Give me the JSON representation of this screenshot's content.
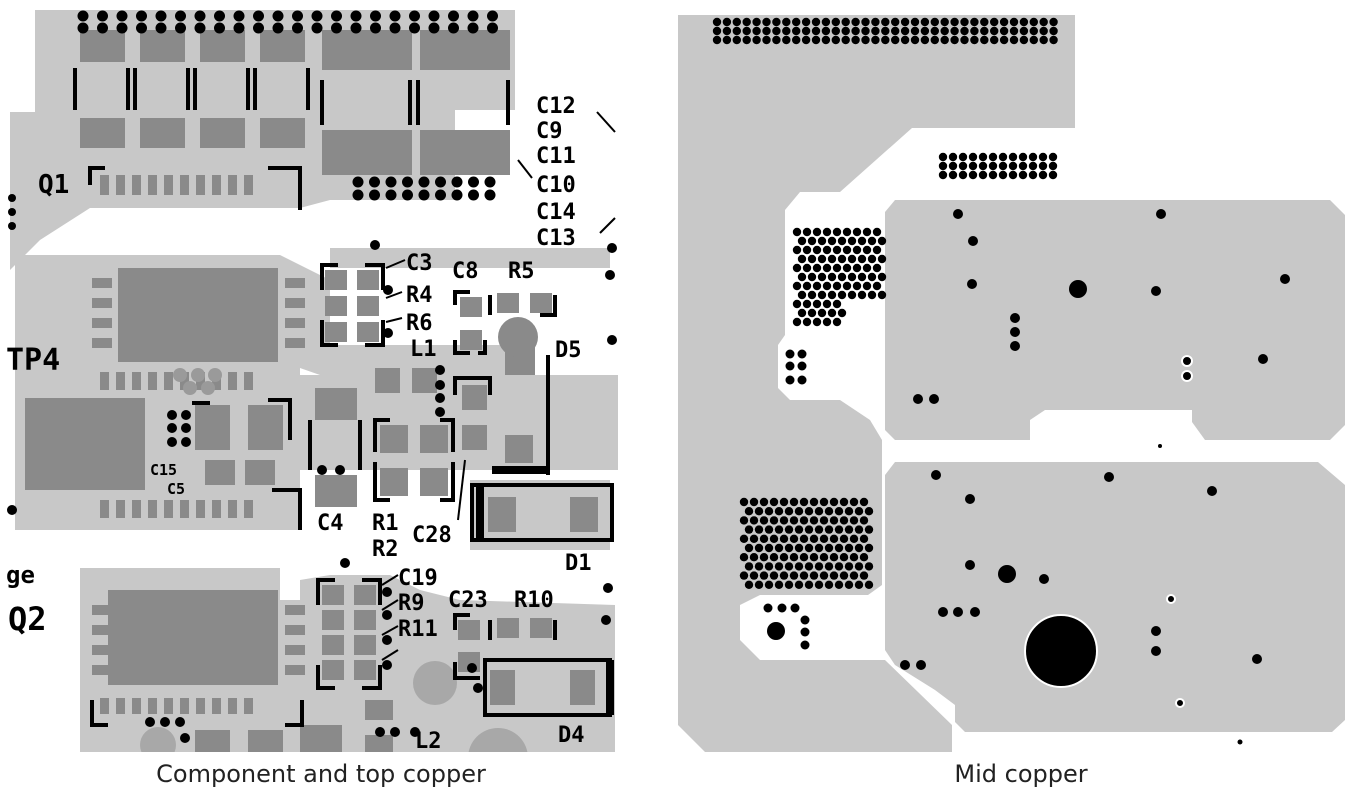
{
  "left_panel": {
    "caption": "Component and top copper",
    "refdes": {
      "q1": "Q1",
      "tp4": "TP4",
      "ge": "ge",
      "q2": "Q2",
      "c12": "C12",
      "c9": "C9",
      "c11": "C11",
      "c10": "C10",
      "c14": "C14",
      "c13": "C13",
      "c3": "C3",
      "c8": "C8",
      "r5": "R5",
      "r4": "R4",
      "r6": "R6",
      "l1": "L1",
      "d5": "D5",
      "c15": "C15",
      "c5": "C5",
      "c4": "C4",
      "r1": "R1",
      "r2": "R2",
      "c28": "C28",
      "d1": "D1",
      "c19": "C19",
      "r9": "R9",
      "c23": "C23",
      "r10": "R10",
      "r11": "R11",
      "l2": "L2",
      "d4": "D4"
    }
  },
  "right_panel": {
    "caption": "Mid copper"
  },
  "colors": {
    "copper": "#c8c8c8",
    "pad": "#8a8a8a",
    "silkscreen": "#000000",
    "background": "#ffffff"
  }
}
